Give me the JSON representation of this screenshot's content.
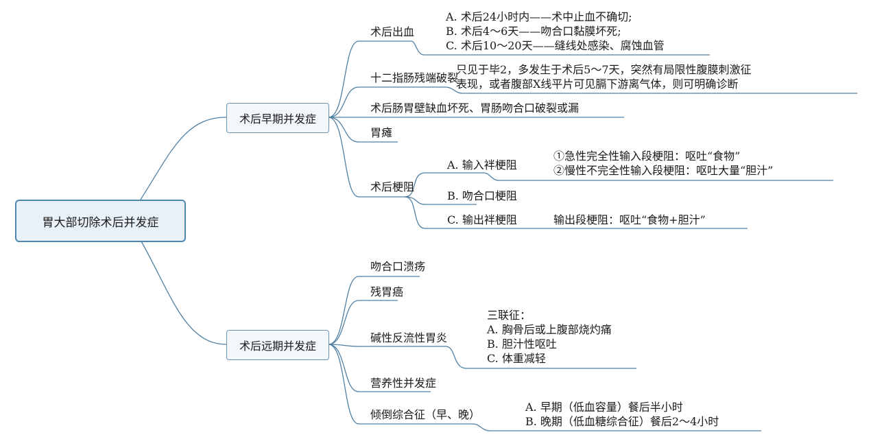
{
  "root": "胃大部切除术后并发症",
  "early": {
    "label": "术后早期并发症",
    "bleeding": {
      "label": "术后出血",
      "details": [
        "A. 术后24小时内——术中止血不确切;",
        "B. 术后4～6天——吻合口黏膜坏死;",
        "C. 术后10～20天——缝线处感染、腐蚀血管"
      ]
    },
    "duodenal": {
      "label": "十二指肠残端破裂",
      "details": [
        "只见于毕2，多发生于术后5～7天，突然有局限性腹膜刺激征",
        "表现，或者腹部X线平片可见膈下游离气体，则可明确诊断"
      ]
    },
    "ischemia": {
      "label": "术后肠胃壁缺血坏死、胃肠吻合口破裂或漏"
    },
    "paralysis": {
      "label": "胃瘫"
    },
    "obstruction": {
      "label": "术后梗阻",
      "a": {
        "label": "A. 输入袢梗阻",
        "details": [
          "①急性完全性输入段梗阻：呕吐“食物”",
          "②慢性不完全性输入段梗阻：呕吐大量“胆汁”"
        ]
      },
      "b": {
        "label": "B. 吻合口梗阻"
      },
      "c": {
        "label": "C. 输出袢梗阻",
        "detail": "输出段梗阻：呕吐“食物+胆汁”"
      }
    }
  },
  "late": {
    "label": "术后远期并发症",
    "ulcer": {
      "label": "吻合口溃疡"
    },
    "cancer": {
      "label": "残胃癌"
    },
    "reflux": {
      "label": "碱性反流性胃炎",
      "details": [
        "三联征：",
        "A. 胸骨后或上腹部烧灼痛",
        "B. 胆汁性呕吐",
        "C. 体重减轻"
      ]
    },
    "nutrition": {
      "label": "营养性并发症"
    },
    "dumping": {
      "label": "倾倒综合征（早、晚）",
      "details": [
        "A. 早期（低血容量）餐后半小时",
        "B. 晚期（低血糖综合征）餐后2～4小时"
      ]
    }
  },
  "colors": {
    "line": "#4f7fa3",
    "text": "#1a1a1a"
  }
}
